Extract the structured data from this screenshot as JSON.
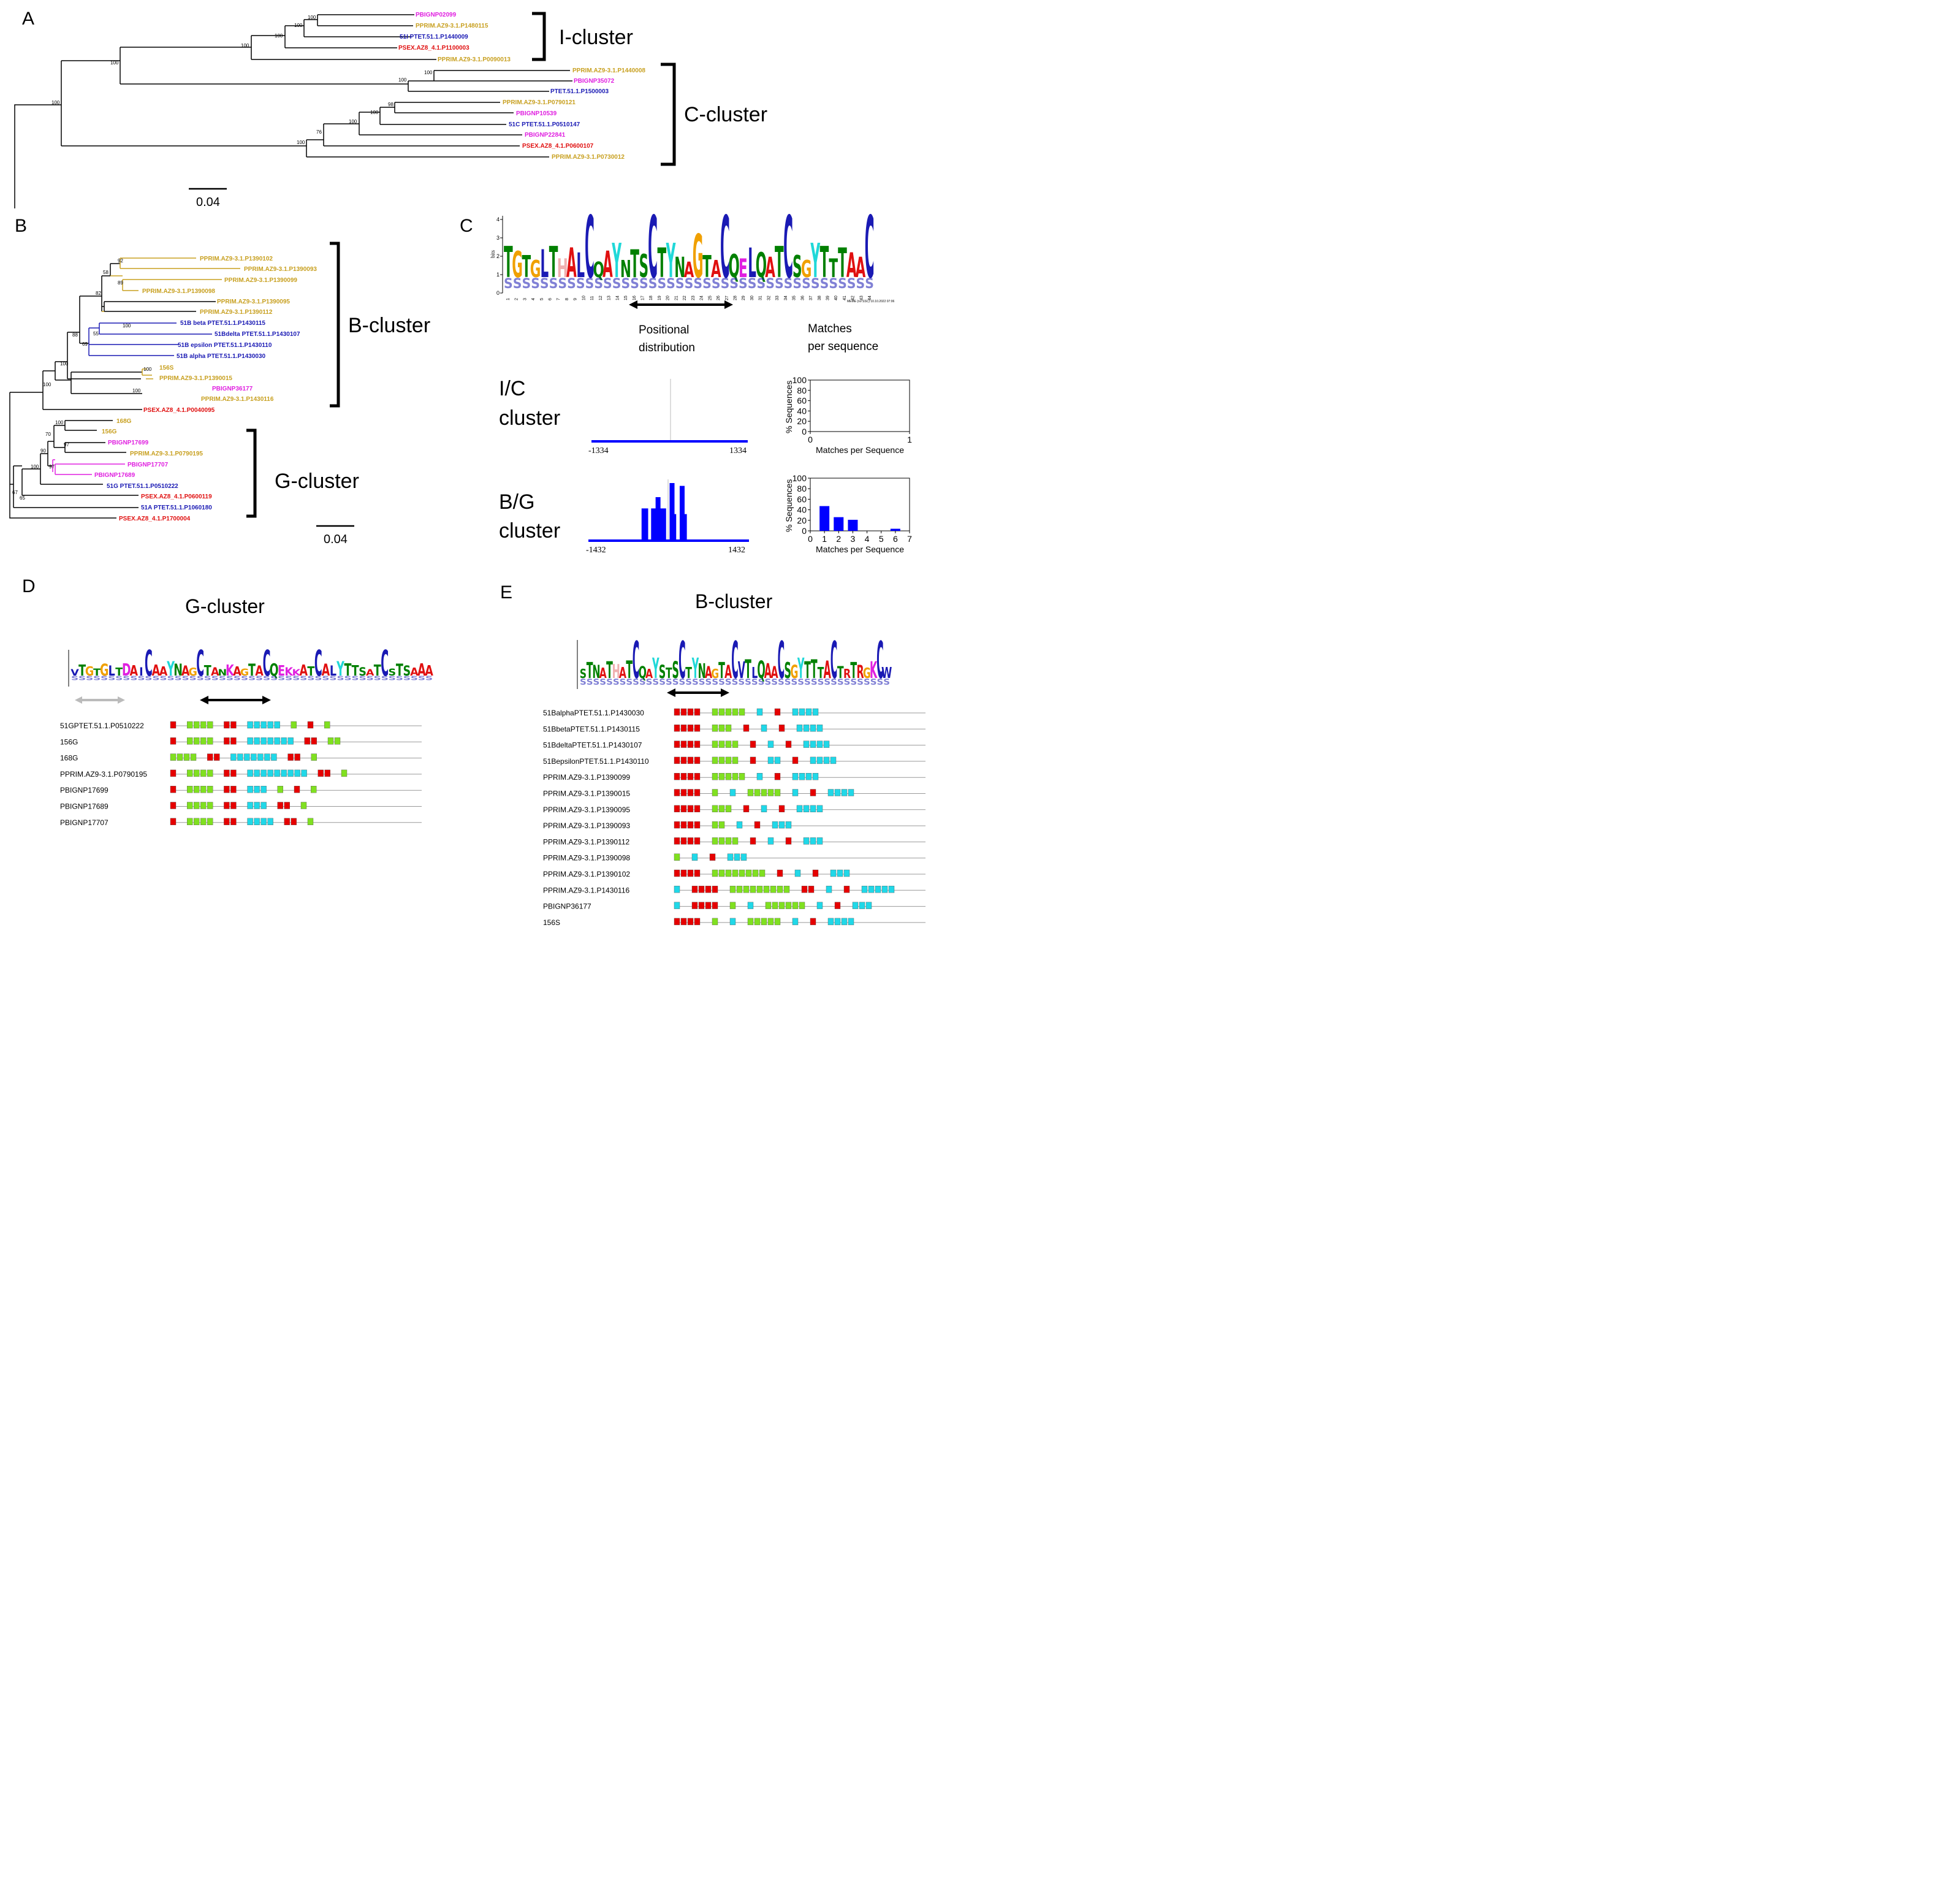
{
  "colors": {
    "gold": "#c8a020",
    "magenta": "#e020e0",
    "blue": "#1a1ab4",
    "red": "#e01010",
    "plotblue": "#0000ff",
    "mred": "#e60000",
    "mgreen": "#80e020",
    "mcyan": "#20d8e8"
  },
  "panels": {
    "A": "A",
    "B": "B",
    "C": "C",
    "D": "D",
    "E": "E"
  },
  "treeA": {
    "leaves": [
      {
        "name": "PBIGNP02099",
        "color": "magenta"
      },
      {
        "name": "PPRIM.AZ9-3.1.P1480115",
        "color": "gold"
      },
      {
        "name": "51I PTET.51.1.P1440009",
        "color": "blue"
      },
      {
        "name": "PSEX.AZ8_4.1.P1100003",
        "color": "red"
      },
      {
        "name": "PPRIM.AZ9-3.1.P0090013",
        "color": "gold"
      },
      {
        "name": "PPRIM.AZ9-3.1.P1440008",
        "color": "gold"
      },
      {
        "name": "PBIGNP35072",
        "color": "magenta"
      },
      {
        "name": "PTET.51.1.P1500003",
        "color": "blue"
      },
      {
        "name": "PPRIM.AZ9-3.1.P0790121",
        "color": "gold"
      },
      {
        "name": "PBIGNP10539",
        "color": "magenta"
      },
      {
        "name": "51C PTET.51.1.P0510147",
        "color": "blue"
      },
      {
        "name": "PBIGNP22841",
        "color": "magenta"
      },
      {
        "name": "PSEX.AZ8_4.1.P0600107",
        "color": "red"
      },
      {
        "name": "PPRIM.AZ9-3.1.P0730012",
        "color": "gold"
      }
    ],
    "bootstraps": [
      "100",
      "100",
      "100",
      "100",
      "100",
      "100",
      "100",
      "98",
      "100",
      "100",
      "76",
      "100"
    ],
    "clusters": [
      "I-cluster",
      "C-cluster"
    ],
    "scale": "0.04"
  },
  "treeB": {
    "leaves": [
      {
        "name": "PPRIM.AZ9-3.1.P1390102",
        "color": "gold"
      },
      {
        "name": "PPRIM.AZ9-3.1.P1390093",
        "color": "gold"
      },
      {
        "name": "PPRIM.AZ9-3.1.P1390099",
        "color": "gold"
      },
      {
        "name": "PPRIM.AZ9-3.1.P1390098",
        "color": "gold"
      },
      {
        "name": "PPRIM.AZ9-3.1.P1390095",
        "color": "gold"
      },
      {
        "name": "PPRIM.AZ9-3.1.P1390112",
        "color": "gold"
      },
      {
        "name": "51B beta PTET.51.1.P1430115",
        "color": "blue"
      },
      {
        "name": "51Bdelta PTET.51.1.P1430107",
        "color": "blue"
      },
      {
        "name": "51B epsilon PTET.51.1.P1430110",
        "color": "blue"
      },
      {
        "name": "51B alpha PTET.51.1.P1430030",
        "color": "blue"
      },
      {
        "name": "156S",
        "color": "gold"
      },
      {
        "name": "PPRIM.AZ9-3.1.P1390015",
        "color": "gold"
      },
      {
        "name": "PBIGNP36177",
        "color": "magenta"
      },
      {
        "name": "PPRIM.AZ9-3.1.P1430116",
        "color": "gold"
      },
      {
        "name": "PSEX.AZ8_4.1.P0040095",
        "color": "red"
      },
      {
        "name": "168G",
        "color": "gold"
      },
      {
        "name": "156G",
        "color": "gold"
      },
      {
        "name": "PBIGNP17699",
        "color": "magenta"
      },
      {
        "name": "PPRIM.AZ9-3.1.P0790195",
        "color": "gold"
      },
      {
        "name": "PBIGNP17707",
        "color": "magenta"
      },
      {
        "name": "PBIGNP17689",
        "color": "magenta"
      },
      {
        "name": "51G PTET.51.1.P0510222",
        "color": "blue"
      },
      {
        "name": "PSEX.AZ8_4.1.P0600119",
        "color": "red"
      },
      {
        "name": "51A PTET.51.1.P1060180",
        "color": "blue"
      },
      {
        "name": "PSEX.AZ8_4.1.P1700004",
        "color": "red"
      }
    ],
    "bootstraps": [
      "92",
      "58",
      "89",
      "82",
      "100",
      "55",
      "69",
      "88",
      "100",
      "100",
      "100",
      "100",
      "70",
      "97",
      "90",
      "97",
      "100",
      "67",
      "65"
    ],
    "clusters": [
      "B-cluster",
      "G-cluster"
    ],
    "scale": "0.04"
  },
  "panelC": {
    "logo_ylabel": "bits",
    "logo_yticks": [
      "0",
      "1",
      "2",
      "3",
      "4"
    ],
    "logo_footer": "MEME (no SSC) 10.10.2022 07:06",
    "motif": "TGTGLTHALCQAYNTSCTYNAGTACQELQATCSGYTTTAAC",
    "columns": [
      "1",
      "2",
      "3",
      "4",
      "5",
      "6",
      "7",
      "8",
      "9",
      "10",
      "11",
      "12",
      "13",
      "14",
      "15",
      "16",
      "17",
      "18",
      "19",
      "20",
      "21",
      "22",
      "23",
      "24",
      "25",
      "26",
      "27",
      "28",
      "29",
      "30",
      "31",
      "32",
      "33",
      "34",
      "35",
      "36",
      "37",
      "38",
      "39",
      "40",
      "41",
      "42",
      "43",
      "44"
    ],
    "col_positional": "Positional distribution",
    "col_matches": "Matches per sequence",
    "rows": [
      {
        "label": "I/C cluster",
        "pos_min": "-1334",
        "pos_max": "1334"
      },
      {
        "label": "B/G cluster",
        "pos_min": "-1432",
        "pos_max": "1432"
      }
    ]
  },
  "chart_data": [
    {
      "type": "bar",
      "title": "",
      "xlabel": "Matches per Sequence",
      "ylabel": "% Sequences",
      "categories": [
        "0",
        "1"
      ],
      "values": [],
      "ylim": [
        0,
        100
      ],
      "yticks": [
        "0",
        "20",
        "40",
        "60",
        "80",
        "100"
      ]
    },
    {
      "type": "bar",
      "title": "",
      "xlabel": "Matches per Sequence",
      "ylabel": "% Sequences",
      "categories": [
        "0",
        "1",
        "2",
        "3",
        "4",
        "5",
        "6",
        "7"
      ],
      "values": [
        0,
        47,
        26,
        21,
        0,
        0,
        4,
        0
      ],
      "ylim": [
        0,
        100
      ],
      "yticks": [
        "0",
        "20",
        "40",
        "60",
        "80",
        "100"
      ]
    },
    {
      "type": "line",
      "title": "",
      "xlabel": "",
      "ylabel": "",
      "x_range": [
        -1432,
        1432
      ],
      "peaks_x": [
        -440,
        -410,
        -270,
        -240,
        -190,
        -160,
        -130,
        -90,
        60,
        90,
        240,
        280
      ]
    }
  ],
  "panelD": {
    "title": "G-cluster",
    "logo": "VTGTGLTDAICAAYNAGCTANKAGTACQEKKATCALYTTSATCSTSAAA",
    "sequences": [
      {
        "name": "51GPTET.51.1.P0510222",
        "motifs": "RGGGGRRCCCCCGRG"
      },
      {
        "name": "156G",
        "motifs": "RGGGGRRCCCCCCCRRGG"
      },
      {
        "name": "168G",
        "motifs": "GGGGRRCCCCCCCRRG"
      },
      {
        "name": "PPRIM.AZ9-3.1.P0790195",
        "motifs": "RGGGGRRCCCCCCCCCRRG"
      },
      {
        "name": "PBIGNP17699",
        "motifs": "RGGGGRRCCCGRG"
      },
      {
        "name": "PBIGNP17689",
        "motifs": "RGGGGRRCCCRRG"
      },
      {
        "name": "PBIGNP17707",
        "motifs": "RGGGGRRCCCCRRG"
      }
    ]
  },
  "panelE": {
    "title": "B-cluster",
    "logo": "STNATHATCQAYSTSCTYNAGTACVTLQAACSGYTTTACTRTRGKCW",
    "sequences": [
      {
        "name": "51BalphaPTET.51.1.P1430030",
        "motifs": "RRRRGGGGGCRCCCC"
      },
      {
        "name": "51BbetaPTET.51.1.P1430115",
        "motifs": "RRRRGGGRCRCCCC"
      },
      {
        "name": "51BdeltaPTET.51.1.P1430107",
        "motifs": "RRRRGGGGRCRCCCC"
      },
      {
        "name": "51BepsilonPTET.51.1.P1430110",
        "motifs": "RRRRGGGGRCCRCCCC"
      },
      {
        "name": "PPRIM.AZ9-3.1.P1390099",
        "motifs": "RRRRGGGGGCRCCCC"
      },
      {
        "name": "PPRIM.AZ9-3.1.P1390015",
        "motifs": "RRRRGCGGGGGCRCCCC"
      },
      {
        "name": "PPRIM.AZ9-3.1.P1390095",
        "motifs": "RRRRGGGRCRCCCC"
      },
      {
        "name": "PPRIM.AZ9-3.1.P1390093",
        "motifs": "RRRRGGCRCCC"
      },
      {
        "name": "PPRIM.AZ9-3.1.P1390112",
        "motifs": "RRRRGGGGRCRCCC"
      },
      {
        "name": "PPRIM.AZ9-3.1.P1390098",
        "motifs": "GCRCCC"
      },
      {
        "name": "PPRIM.AZ9-3.1.P1390102",
        "motifs": "RRRRGGGGGGGGRCRCCC"
      },
      {
        "name": "PPRIM.AZ9-3.1.P1430116",
        "motifs": "CRRRRGGGGGGGGGRRCRCCCCC"
      },
      {
        "name": "PBIGNP36177",
        "motifs": "CRRRRGCGGGGGGCRCCC"
      },
      {
        "name": "156S",
        "motifs": "RRRRGCGGGGGCRCCCC"
      }
    ]
  }
}
